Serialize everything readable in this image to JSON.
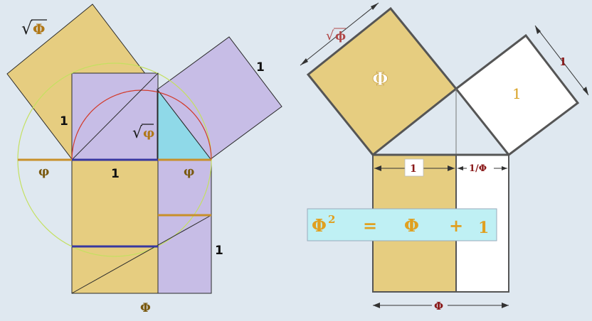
{
  "colors": {
    "background": "#dfe8f0",
    "gold_fill": "#e6cd80",
    "lavender_fill": "#c7bde6",
    "cyan_fill": "#8fd9e8",
    "dark_line": "#2a2a2a",
    "blue_line": "#3838a0",
    "orange_line": "#c8902a",
    "red_arc": "#d23a2a",
    "green_circle": "#c4e060",
    "label_gold": "#d8a020",
    "label_dark_red": "#8a1a1a",
    "equation_bg": "#bff0f4",
    "equation_text": "#e0a020"
  },
  "left_diagram": {
    "label_sqrt_Phi": "Φ",
    "label_one_top_right": "1",
    "label_one_left": "1",
    "label_sqrt_phi": "φ",
    "label_phi_left": "φ",
    "label_one_center": "1",
    "label_phi_right": "φ",
    "label_one_right": "1",
    "label_Phi_bottom": "Φ"
  },
  "right_diagram": {
    "label_sqrt_phi_side": "ϕ",
    "label_one_side": "1",
    "label_Phi_square": "Φ",
    "label_one_square": "1",
    "label_one_dim": "1",
    "label_inv_Phi_dim": "1/Φ",
    "label_Phi_bottom_dim": "Φ",
    "equation": {
      "lhs": "Φ",
      "exponent": "2",
      "equals": "=",
      "term1": "Φ",
      "plus": "+",
      "term2": "1"
    }
  }
}
